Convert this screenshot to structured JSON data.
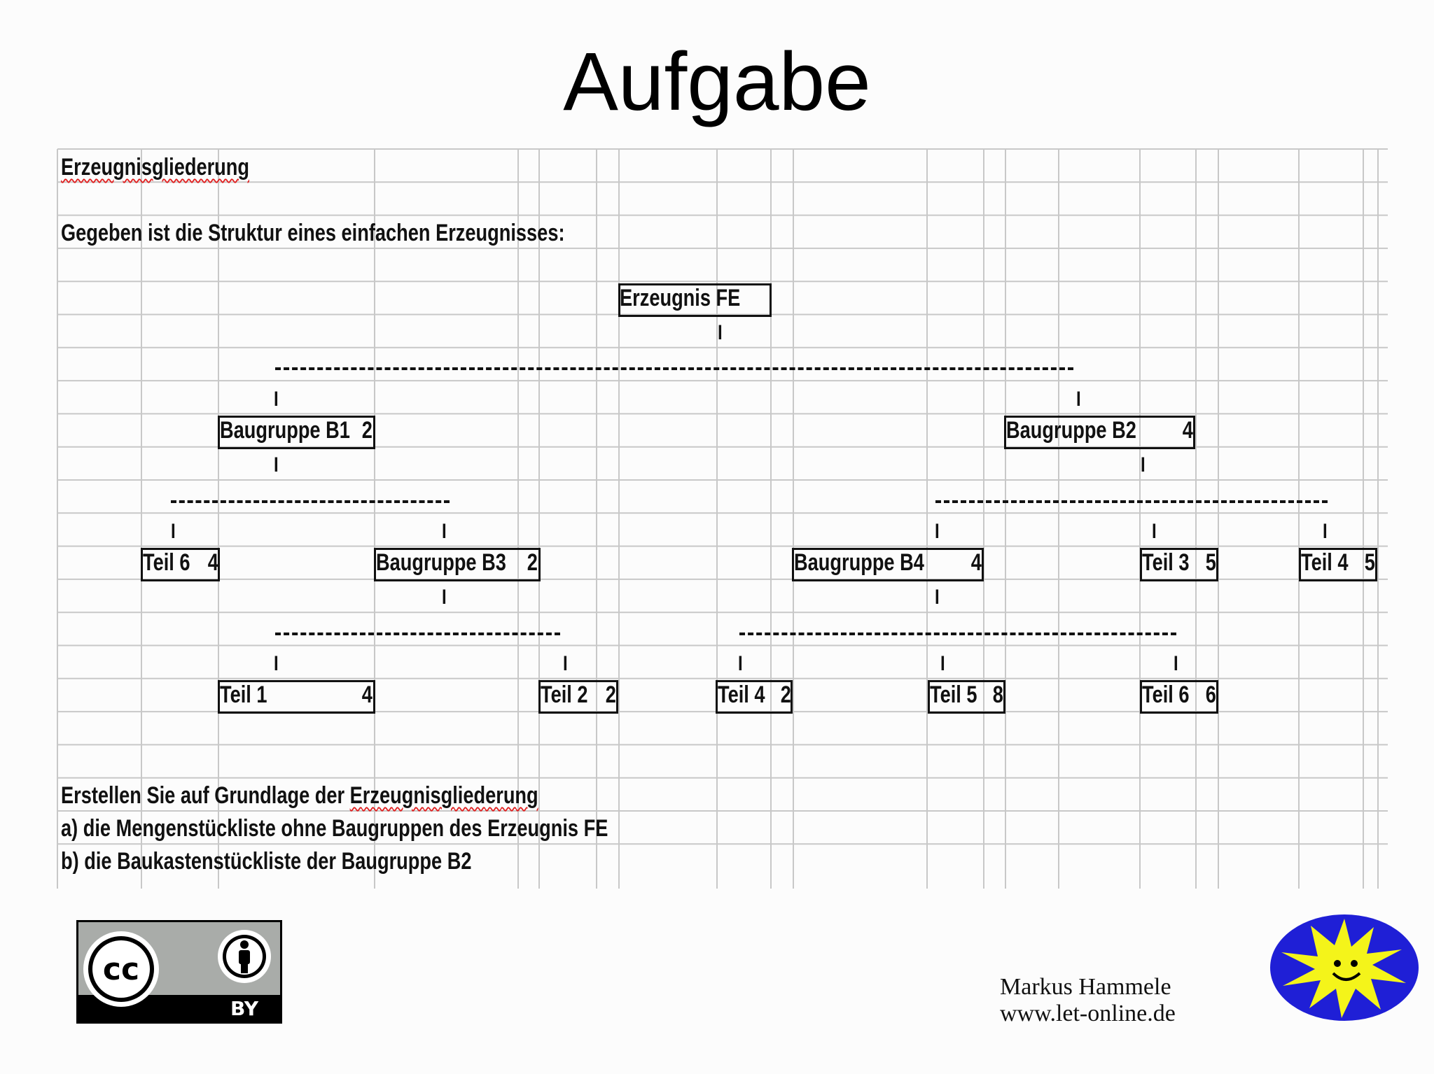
{
  "slide": {
    "title": "Aufgabe"
  },
  "sheet": {
    "heading": "Erzeugnisgliederung",
    "intro": "Gegeben ist die Struktur eines einfachen Erzeugnisses:",
    "connector_glyph": "I",
    "nodes": {
      "fe": {
        "label": "Erzeugnis FE",
        "qty": ""
      },
      "b1": {
        "label": "Baugruppe B1",
        "qty": "2"
      },
      "b2": {
        "label": "Baugruppe B2",
        "qty": "4"
      },
      "teil6_b1": {
        "label": "Teil 6",
        "qty": "4"
      },
      "b3": {
        "label": "Baugruppe B3",
        "qty": "2"
      },
      "b4": {
        "label": "Baugruppe B4",
        "qty": "4"
      },
      "teil3": {
        "label": "Teil 3",
        "qty": "5"
      },
      "teil4_b2": {
        "label": "Teil 4",
        "qty": "5"
      },
      "teil1": {
        "label": "Teil 1",
        "qty": "4"
      },
      "teil2": {
        "label": "Teil 2",
        "qty": "2"
      },
      "teil4_b4": {
        "label": "Teil 4",
        "qty": "2"
      },
      "teil5": {
        "label": "Teil 5",
        "qty": "8"
      },
      "teil6_b4": {
        "label": "Teil 6",
        "qty": "6"
      }
    },
    "task": {
      "line1_prefix": "Erstellen Sie auf Grundlage der ",
      "line1_term": "Erzeugnisgliederung",
      "line2": "a) die Mengenstückliste ohne Baugruppen des Erzeugnis FE",
      "line3": "b) die Baukastenstückliste der Baugruppe B2"
    }
  },
  "footer": {
    "license_badge": "BY",
    "license_icon": "creative-commons-icon",
    "author": "Markus Hammele",
    "website": "www.let-online.de",
    "logo_icon": "sun-smiley-logo-icon"
  },
  "colors": {
    "grid": "#c8c8c8",
    "text": "#111111",
    "spellcheck": "#e02020",
    "logo_blue": "#1f1fd6",
    "logo_yellow": "#f4f41a"
  }
}
